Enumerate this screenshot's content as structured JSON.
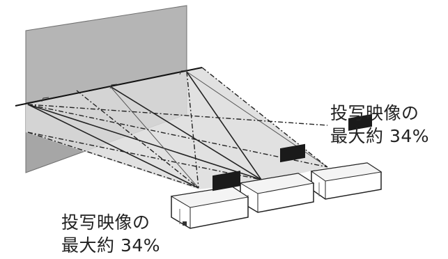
{
  "captions": {
    "right": {
      "line1": "投写映像の",
      "line2": "最大約 34%"
    },
    "left": {
      "line1": "投写映像の",
      "line2": "最大約 34%"
    }
  },
  "colors": {
    "screen_fill": "#aaaaaa",
    "screen_edge": "#666666",
    "projection_fill": "#cfcfcf",
    "line": "#222222",
    "projector_body": "#ffffff",
    "projector_panel": "#1a1a1a"
  },
  "icons": [
    "projector-icon",
    "projector-icon",
    "projector-icon"
  ]
}
